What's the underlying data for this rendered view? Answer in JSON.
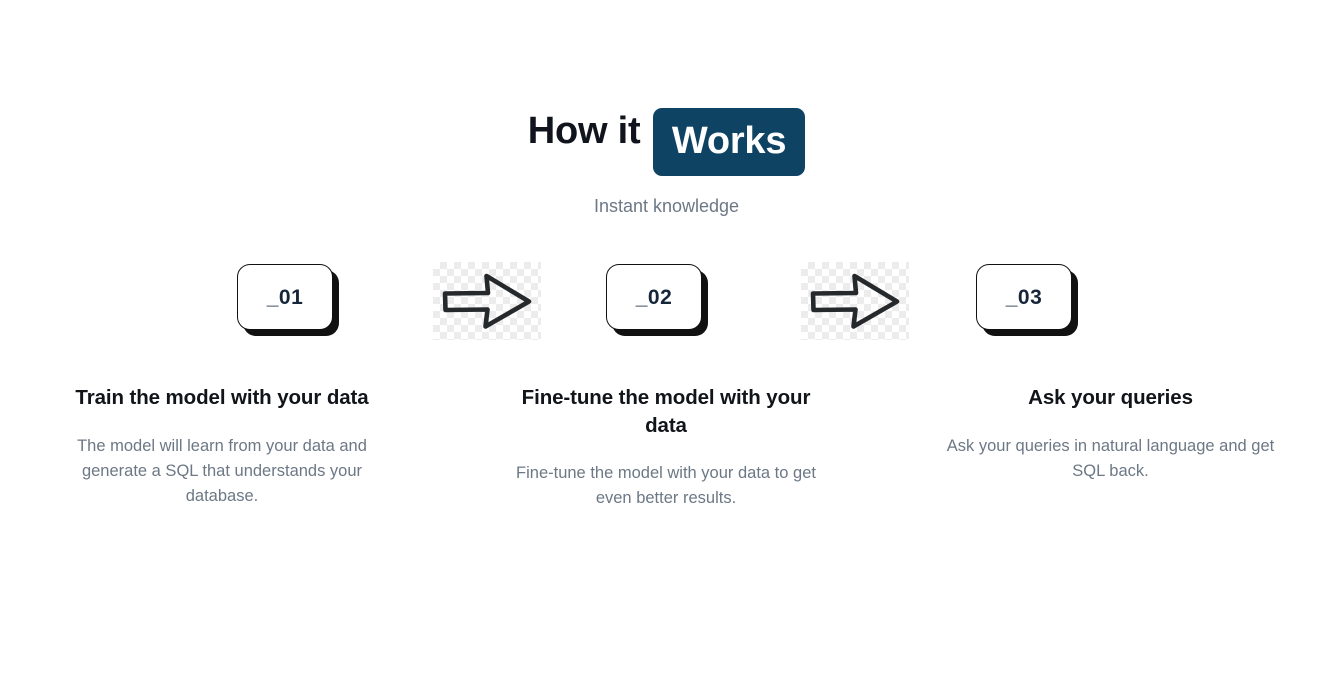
{
  "header": {
    "title_plain": "How it ",
    "title_highlight": "Works",
    "subtitle": "Instant knowledge",
    "badge_color": "#0f4363",
    "title_color": "#10141c",
    "subtitle_color": "#6c7885"
  },
  "steps": [
    {
      "number": "_01",
      "arrow_after": true
    },
    {
      "number": "_02",
      "arrow_after": true
    },
    {
      "number": "_03",
      "arrow_after": false
    }
  ],
  "columns": [
    {
      "title": "Train the model with your data",
      "body": "The model will learn from your data and generate a SQL that understands your database."
    },
    {
      "title": "Fine-tune the model with your data",
      "body": "Fine-tune the model with your data to get even better results."
    },
    {
      "title": "Ask your queries",
      "body": "Ask your queries in natural language and get SQL back."
    }
  ],
  "icons": {
    "arrow": "right-arrow-icon"
  }
}
